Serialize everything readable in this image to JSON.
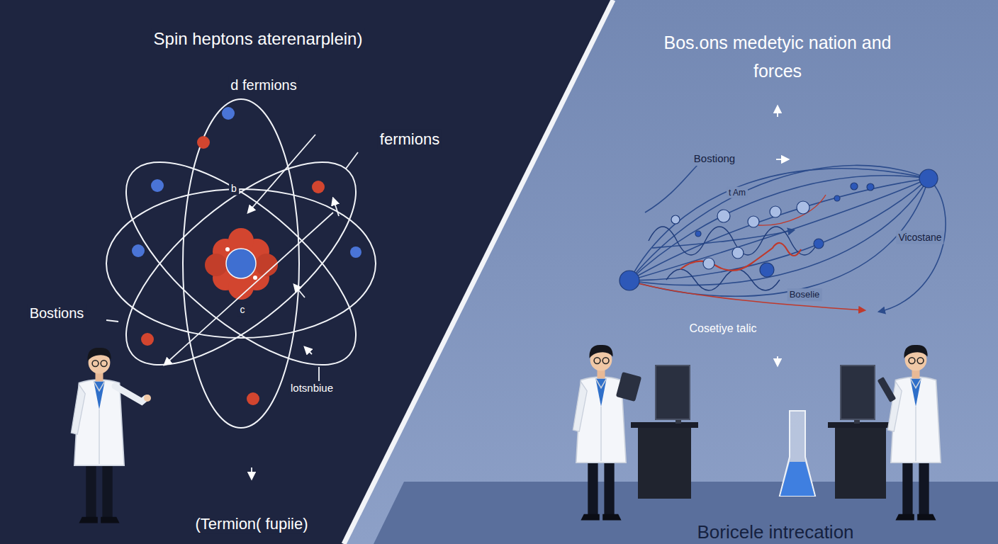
{
  "diagram": {
    "labels": [
      "Spin heptons aterenarplein)",
      "d fermions",
      "fermions",
      "b",
      "Bostions",
      "c",
      "lotsnbiue",
      "(Termion( fupiie)",
      "Bos.ons medetyic nation and forces",
      "Bostiong",
      "t Am",
      "Vicostane",
      "Boselie",
      "Cosetiye talic",
      "Boricele intrecation"
    ]
  }
}
